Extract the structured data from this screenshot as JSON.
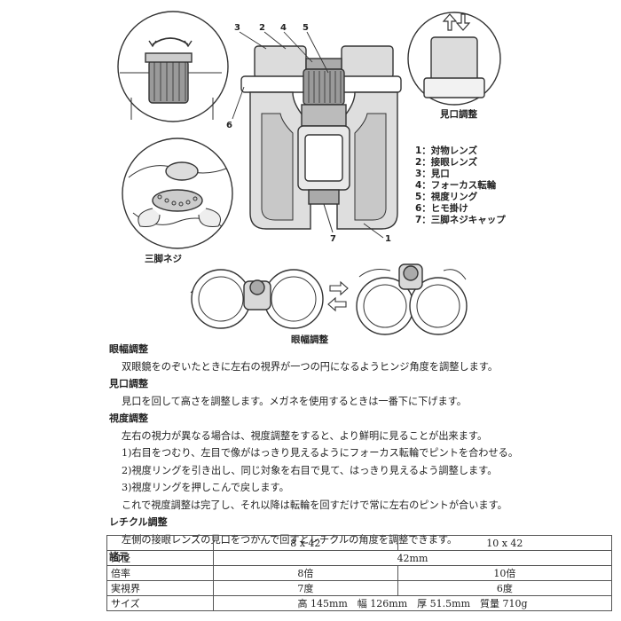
{
  "callouts": {
    "numbers": [
      "1",
      "2",
      "3",
      "4",
      "5",
      "6",
      "7"
    ]
  },
  "parts": [
    "1：対物レンズ",
    "2：接眼レンズ",
    "3：見口",
    "4：フォーカス転輪",
    "5：視度リング",
    "6：ヒモ掛け",
    "7：三脚ネジキャップ"
  ],
  "captions": {
    "eyecup": "見口調整",
    "tripod": "三脚ネジ",
    "ipd": "眼幅調整"
  },
  "sections": [
    {
      "heading": "眼幅調整",
      "lines": [
        "双眼鏡をのぞいたときに左右の視界が一つの円になるようヒンジ角度を調整します。"
      ]
    },
    {
      "heading": "見口調整",
      "lines": [
        "見口を回して高さを調整します。メガネを使用するときは一番下に下げます。"
      ]
    },
    {
      "heading": "視度調整",
      "lines": [
        "左右の視力が異なる場合は、視度調整をすると、より鮮明に見ることが出来ます。",
        "1)右目をつむり、左目で像がはっきり見えるようにフォーカス転輪でピントを合わせる。",
        "2)視度リングを引き出し、同じ対象を右目で見て、はっきり見えるよう調整します。",
        "3)視度リングを押しこんで戻します。",
        "これで視度調整は完了し、それ以降は転輪を回すだけで常に左右のピントが合います。"
      ]
    },
    {
      "heading": "レチクル調整",
      "lines": [
        "左側の接眼レンズの見口をつかんで回すとレチクルの角度を調整できます。"
      ]
    },
    {
      "heading": "諸元",
      "lines": []
    }
  ],
  "spec": {
    "models": [
      "8 x 42",
      "10 x 42"
    ],
    "rows": [
      {
        "label": "口径",
        "merged": "42mm"
      },
      {
        "label": "倍率",
        "values": [
          "8倍",
          "10倍"
        ]
      },
      {
        "label": "実視界",
        "values": [
          "7度",
          "6度"
        ]
      },
      {
        "label": "サイズ",
        "merged": "高 145mm　幅 126mm　厚 51.5mm　質量 710g"
      }
    ]
  }
}
